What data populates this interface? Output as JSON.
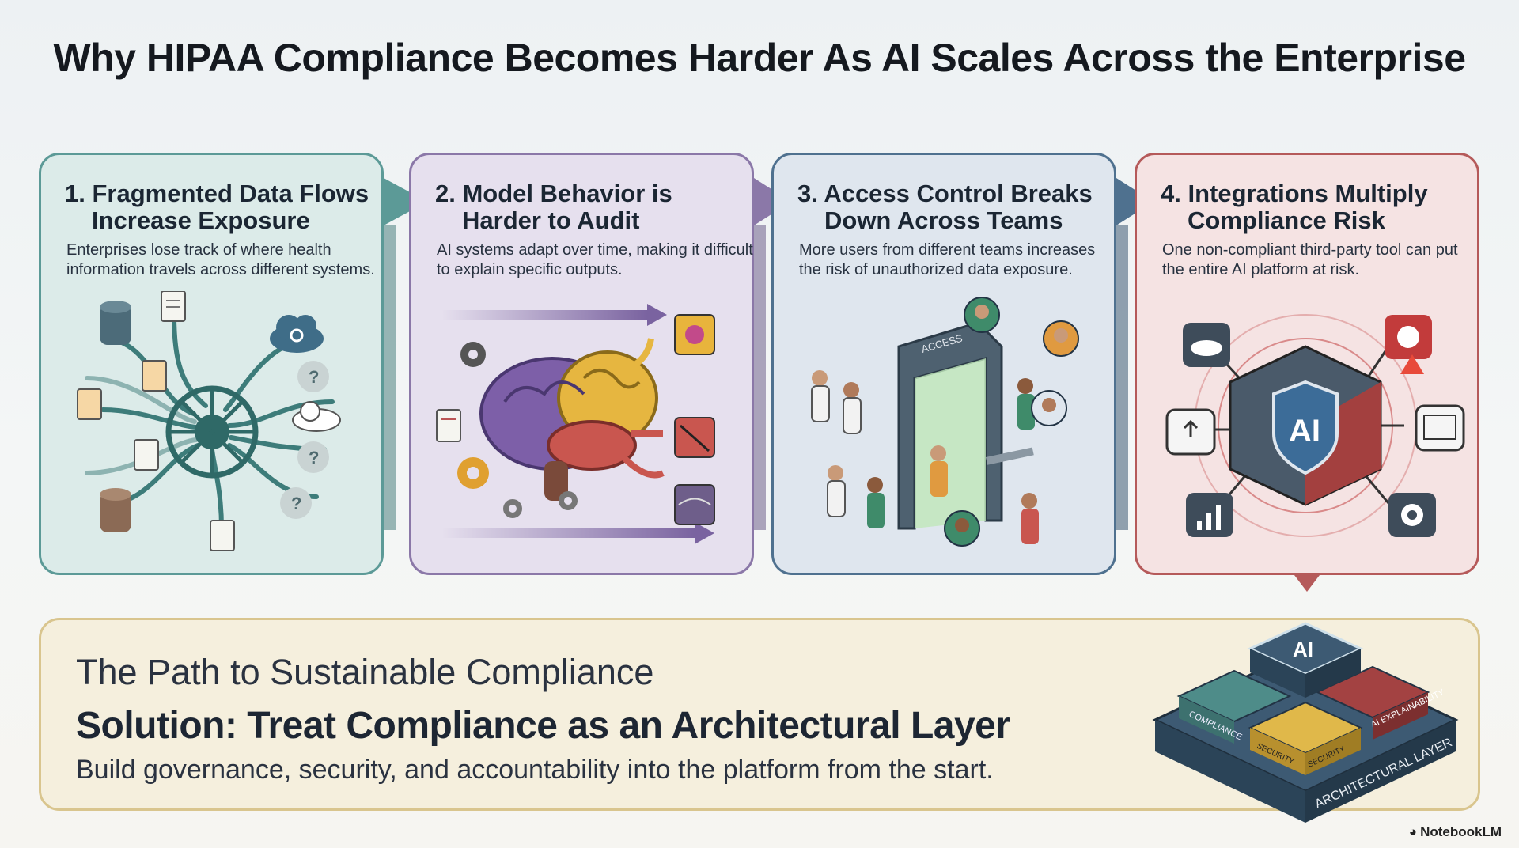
{
  "title": "Why HIPAA Compliance Becomes Harder As AI Scales Across the Enterprise",
  "cards": [
    {
      "title_line1": "1. Fragmented Data Flows",
      "title_line2": "Increase Exposure",
      "description": "Enterprises lose track of where health information travels across different systems.",
      "accent": "#5c9a97"
    },
    {
      "title_line1": "2. Model Behavior is",
      "title_line2": "Harder to Audit",
      "description": "AI systems adapt over time, making it difficult to explain specific outputs.",
      "accent": "#8b78a8"
    },
    {
      "title_line1": "3. Access Control Breaks",
      "title_line2": "Down Across Teams",
      "description": "More users from different teams increases the risk of unauthorized data exposure.",
      "gate_label": "ACCESS",
      "accent": "#4f718f"
    },
    {
      "title_line1": "4. Integrations Multiply",
      "title_line2": "Compliance Risk",
      "description": "One non-compliant third-party tool can put the entire AI platform at risk.",
      "core_label": "AI",
      "accent": "#b55a5a"
    }
  ],
  "banner": {
    "preheading": "The Path to Sustainable Compliance",
    "solution": "Solution: Treat Compliance as an Architectural Layer",
    "description": "Build governance, security, and accountability into the platform from the start.",
    "stack_labels": {
      "top": "AI",
      "compliance": "COMPLIANCE",
      "explainability": "AI EXPLAINABILITY",
      "security1": "SECURITY",
      "security2": "SECURITY",
      "base": "ARCHITECTURAL LAYER"
    },
    "accent": "#d9c58e"
  },
  "brand": "NotebookLM"
}
